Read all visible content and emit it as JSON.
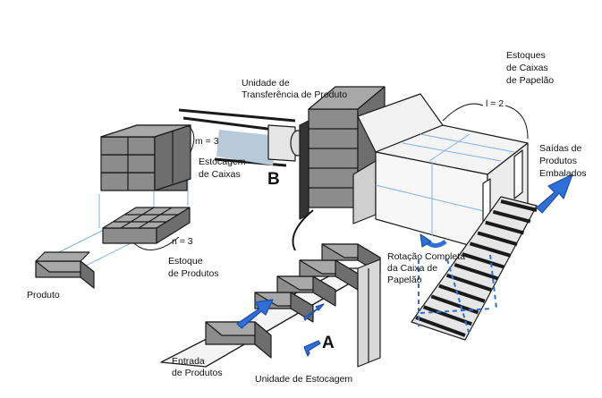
{
  "diagram": {
    "labels": {
      "transfer_unit": [
        "Unidade de",
        "Transferência de Produto"
      ],
      "carton_stock": [
        "Estoques",
        "de Caixas",
        "de Papelão"
      ],
      "l_value": "l = 2",
      "packed_output": [
        "Saídas de",
        "Produtos",
        "Embalados"
      ],
      "m_value": "m = 3",
      "box_storage": [
        "Estocagem",
        "de Caixas"
      ],
      "point_b": "B",
      "n_value": "n = 3",
      "product_stock": [
        "Estoque",
        "de Produtos"
      ],
      "product": "Produto",
      "rotation": [
        "Rotação Completa",
        "da Caixa de",
        "Papelão"
      ],
      "point_a": "A",
      "product_input": [
        "Entrada",
        "de Produtos"
      ],
      "storage_unit": "Unidade de Estocagem"
    },
    "colors": {
      "arrow": "#2f6fd8",
      "box_fill": "#8c8c8c",
      "box_top": "#a8a8a8",
      "outline": "#1a1a1a",
      "guide_line": "#7fb2e8"
    }
  }
}
